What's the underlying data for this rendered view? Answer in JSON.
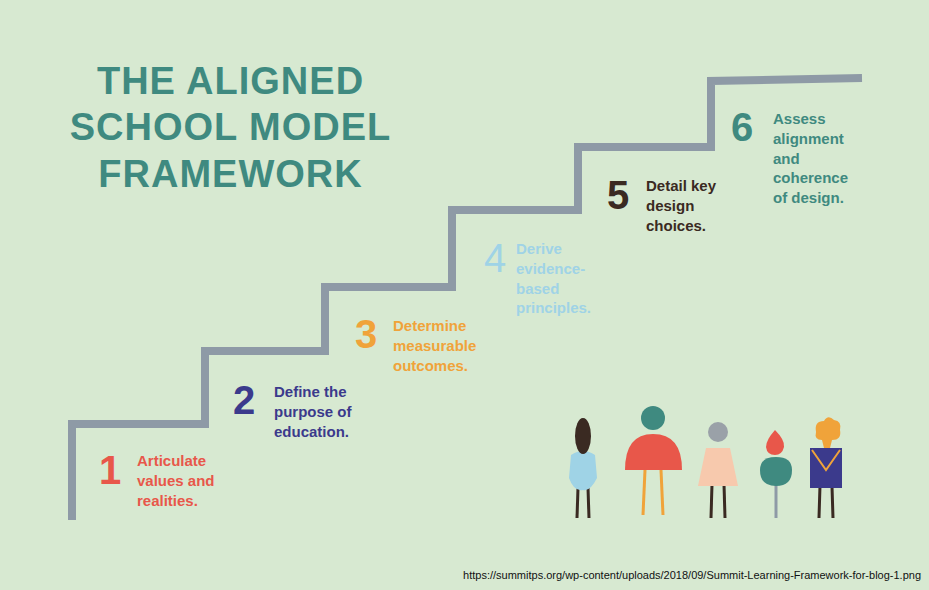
{
  "diagram": {
    "title": "THE ALIGNED SCHOOL MODEL FRAMEWORK",
    "labels": [
      "1",
      "Articulate values and realities.",
      "2",
      "Define the purpose of education.",
      "3",
      "Determine measurable outcomes.",
      "4",
      "Derive evidence-based principles.",
      "5",
      "Detail key design choices.",
      "6",
      "Assess alignment and coherence of design.",
      "https://summitps.org/wp-content/uploads/2018/09/Summit-Learning-Framework-for-blog-1.png"
    ]
  }
}
